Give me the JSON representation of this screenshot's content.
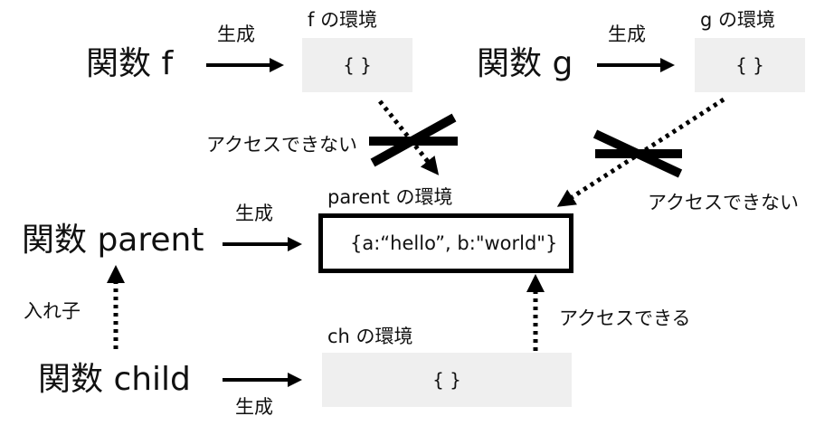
{
  "functions": {
    "f": "関数 f",
    "g": "関数 g",
    "parent": "関数 parent",
    "child": "関数 child"
  },
  "envs": {
    "f": {
      "title": "f の環境",
      "content": "{ }"
    },
    "g": {
      "title": "g の環境",
      "content": "{ }"
    },
    "parent": {
      "title": "parent の環境",
      "content": "{a:“hello”, b:\"world\"}"
    },
    "child": {
      "title": "ch の環境",
      "content": "{ }"
    }
  },
  "labels": {
    "create_f": "生成",
    "create_g": "生成",
    "create_parent": "生成",
    "create_child": "生成",
    "nested": "入れ子",
    "no_access_f": "アクセスできない",
    "no_access_g": "アクセスできない",
    "access_child": "アクセスできる"
  },
  "colors": {
    "stroke": "#000000",
    "env_fill": "#efefef"
  }
}
